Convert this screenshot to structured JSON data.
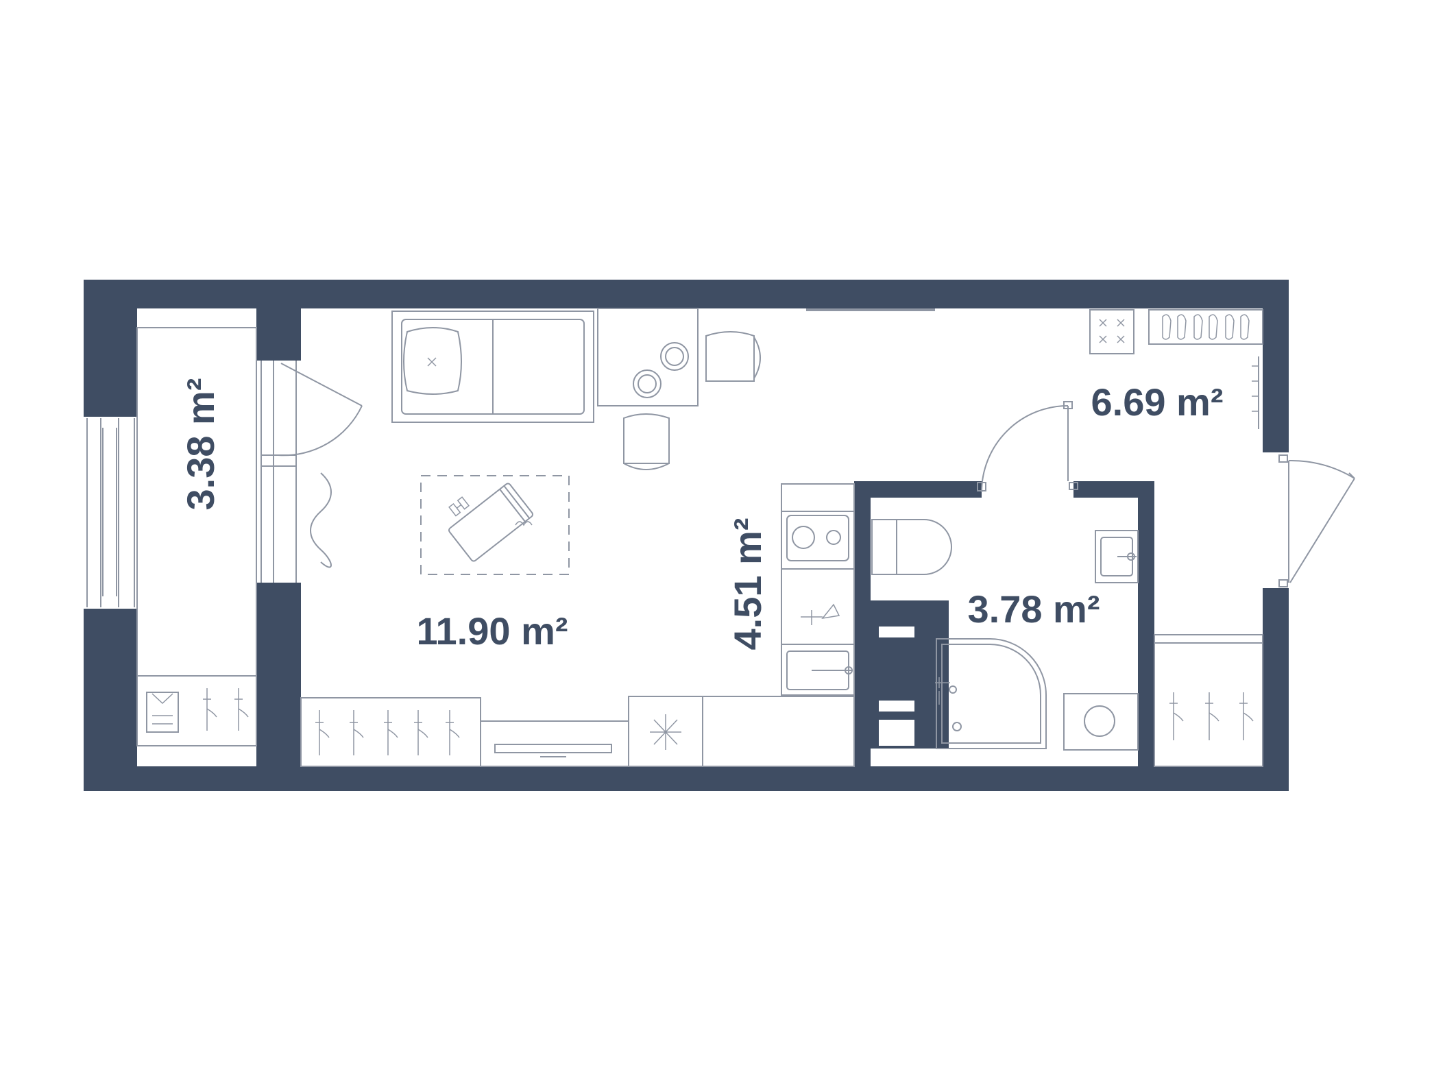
{
  "rooms": [
    {
      "id": "balcony",
      "area": "3.38 m²"
    },
    {
      "id": "living-room",
      "area": "11.90 m²"
    },
    {
      "id": "kitchen",
      "area": "4.51 m²"
    },
    {
      "id": "hallway",
      "area": "6.69 m²"
    },
    {
      "id": "bathroom",
      "area": "3.78 m²"
    }
  ],
  "colors": {
    "walls": "#3f4d63",
    "furniture": "#8f96a3",
    "background": "#ffffff"
  }
}
